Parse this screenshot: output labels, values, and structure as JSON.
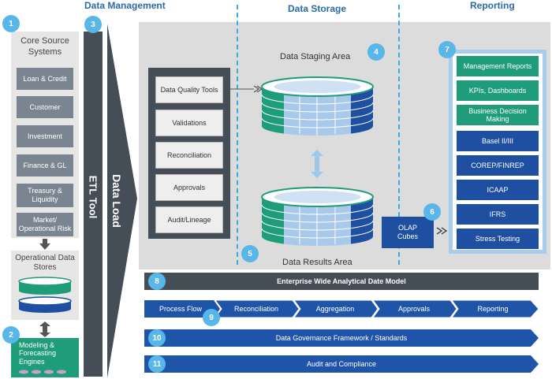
{
  "headers": {
    "data_management": "Data Management",
    "data_storage": "Data Storage",
    "reporting": "Reporting"
  },
  "badges": [
    "1",
    "2",
    "3",
    "4",
    "5",
    "6",
    "7",
    "8",
    "9",
    "10",
    "11"
  ],
  "core_sources": {
    "title": "Core Source Systems",
    "items": [
      "Loan & Credit",
      "Customer",
      "Investment",
      "Finance & GL",
      "Treasury & Liquidity",
      "Market/ Operational Risk"
    ]
  },
  "ods": {
    "title": "Operational Data Stores"
  },
  "modeling": {
    "title": "Modeling & Forecasting Engines"
  },
  "etl": {
    "label": "ETL Tool"
  },
  "data_load": {
    "label": "Data Load"
  },
  "staging": {
    "title": "Data Staging Area",
    "tools": [
      "Data Quality Tools",
      "Validations",
      "Reconciliation",
      "Approvals",
      "Audit/Lineage"
    ]
  },
  "results": {
    "title": "Data Results Area"
  },
  "olap": {
    "label": "OLAP Cubes"
  },
  "reports": {
    "green": [
      "Management Reports",
      "KPIs, Dashboards",
      "Business Decision Making"
    ],
    "blue": [
      "Basel II/III",
      "COREP/FINREP",
      "ICAAP",
      "IFRS",
      "Stress Testing"
    ]
  },
  "bands": {
    "model": "Enterprise Wide Analytical Date Model",
    "process": [
      "Process Flow",
      "Reconciliation",
      "Aggregation",
      "Approvals",
      "Reporting"
    ],
    "governance": "Data Governance Framework / Standards",
    "audit": "Audit and Compliance"
  },
  "colors": {
    "accent_blue": "#1f55a8",
    "teal": "#1f9d7a",
    "badge": "#58b6e8",
    "dark": "#454d57",
    "gray_panel": "#dcdcdc"
  }
}
